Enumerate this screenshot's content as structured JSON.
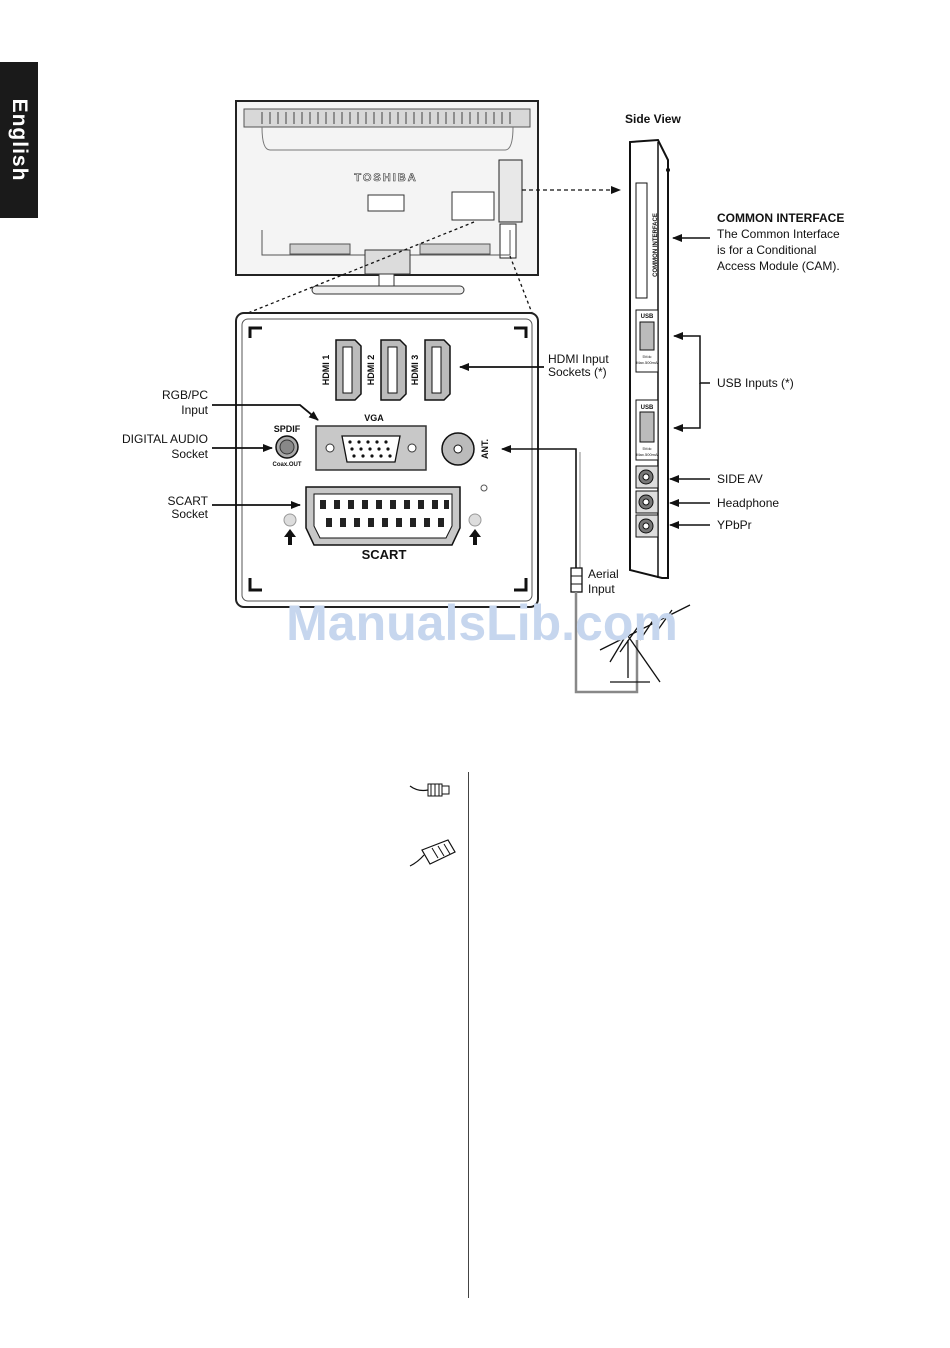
{
  "language_tab": "English",
  "tv_back": {
    "brand": "TOSHIBA"
  },
  "panel": {
    "hdmi": [
      "HDMI 1",
      "HDMI 2",
      "HDMI 3"
    ],
    "vga": "VGA",
    "spdif": "SPDIF",
    "coax": "Coax.OUT",
    "ant": "ANT.",
    "scart": "SCART"
  },
  "side_view": {
    "title": "Side View",
    "common_interface_slot": "COMMON INTERFACE",
    "usb": "USB",
    "usb1_rating": [
      "5Vdc",
      "Max.500mA"
    ],
    "usb2_rating": [
      "5Vdc",
      "Max.500mA"
    ]
  },
  "labels": {
    "hdmi_input": [
      "HDMI Input",
      "Sockets (*)"
    ],
    "rgb_pc": [
      "RGB/PC",
      "Input"
    ],
    "digital_audio": [
      "DIGITAL AUDIO",
      "Socket"
    ],
    "scart_socket": [
      "SCART",
      "Socket"
    ],
    "aerial_input": [
      "Aerial",
      "Input"
    ],
    "common_interface": {
      "title": "COMMON INTERFACE",
      "lines": [
        "The Common Interface",
        "is for a Conditional",
        "Access Module (CAM)."
      ]
    },
    "usb_inputs": "USB Inputs (*)",
    "side_av": "SIDE AV",
    "headphone": "Headphone",
    "ypbpr": "YPbPr"
  },
  "watermark": "ManualsLib.com"
}
